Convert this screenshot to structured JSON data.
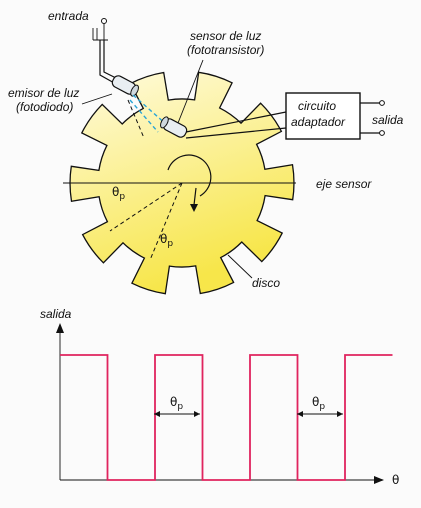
{
  "labels": {
    "entrada": "entrada",
    "sensor_line1": "sensor de luz",
    "sensor_line2": "(fototransistor)",
    "emisor_line1": "emisor de luz",
    "emisor_line2": "(fotodiodo)",
    "circuito_line1": "circuito",
    "circuito_line2": "adaptador",
    "salida_right": "salida",
    "eje_sensor": "eje sensor",
    "disco": "disco",
    "theta": "θ",
    "theta_sub": "p",
    "graph_ylabel": "salida",
    "graph_xlabel": "θ"
  },
  "colors": {
    "disk_light": "#fffbe0",
    "disk_dark": "#f7e64a",
    "signal": "#e0245e",
    "beam": "#2aa4d6"
  },
  "disk": {
    "teeth": 10,
    "icons": [
      "light-emitter-icon",
      "phototransistor-icon"
    ]
  },
  "chart_data": {
    "type": "line",
    "title": "",
    "xlabel": "θ",
    "ylabel": "salida",
    "series": [
      {
        "values": [
          [
            0,
            1
          ],
          [
            1,
            1
          ],
          [
            1,
            0
          ],
          [
            2,
            0
          ],
          [
            2,
            1
          ],
          [
            3,
            1
          ],
          [
            3,
            0
          ],
          [
            4,
            0
          ],
          [
            4,
            1
          ],
          [
            5,
            1
          ],
          [
            5,
            0
          ],
          [
            6,
            0
          ],
          [
            6,
            1
          ],
          [
            7,
            1
          ]
        ]
      }
    ],
    "annotations": [
      "θp",
      "θp"
    ]
  }
}
